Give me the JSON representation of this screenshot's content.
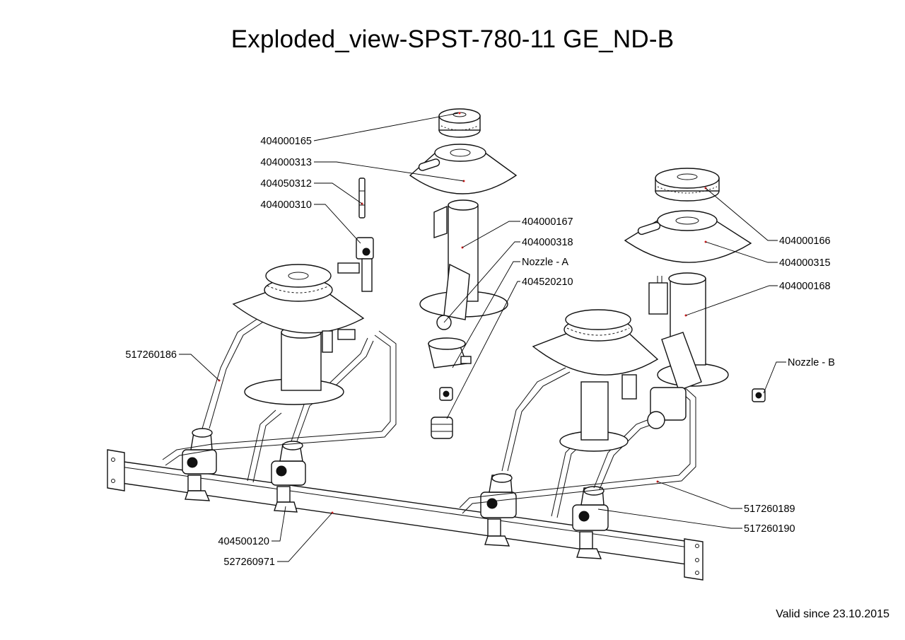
{
  "title": "Exploded_view-SPST-780-11 GE_ND-B",
  "footer": "Valid since 23.10.2015",
  "callouts": {
    "c01": "404000165",
    "c02": "404000313",
    "c03": "404050312",
    "c04": "404000310",
    "c05": "404000167",
    "c06": "404000318",
    "c07": "Nozzle - A",
    "c08": "404520210",
    "c09": "404000166",
    "c10": "404000315",
    "c11": "404000168",
    "c12": "Nozzle - B",
    "c13": "517260186",
    "c14": "517260189",
    "c15": "517260190",
    "c16": "404500120",
    "c17": "527260971"
  }
}
